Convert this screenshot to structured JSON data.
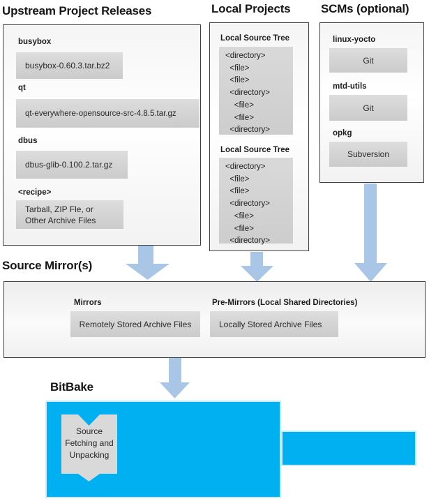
{
  "upstream": {
    "title": "Upstream Project Releases",
    "items": [
      {
        "label": "busybox",
        "value": "busybox-0.60.3.tar.bz2"
      },
      {
        "label": "qt",
        "value": "qt-everywhere-opensource-src-4.8.5.tar.gz"
      },
      {
        "label": "dbus",
        "value": "dbus-glib-0.100.2.tar.gz"
      },
      {
        "label": "<recipe>",
        "value": "Tarball, ZIP Fle, or\nOther Archive Files"
      }
    ]
  },
  "local_projects": {
    "title": "Local Projects",
    "boxes": [
      {
        "label": "Local Source Tree",
        "tree": "<directory>\n  <file>\n  <file>\n  <directory>\n    <file>\n    <file>\n  <directory>"
      },
      {
        "label": "Local Source Tree",
        "tree": "<directory>\n  <file>\n  <file>\n  <directory>\n    <file>\n    <file>\n  <directory>"
      }
    ]
  },
  "scms": {
    "title": "SCMs (optional)",
    "items": [
      {
        "label": "linux-yocto",
        "value": "Git"
      },
      {
        "label": "mtd-utils",
        "value": "Git"
      },
      {
        "label": "opkg",
        "value": "Subversion"
      }
    ]
  },
  "source_mirrors": {
    "title": "Source Mirror(s)",
    "mirrors_label": "Mirrors",
    "mirrors_value": "Remotely Stored Archive Files",
    "premirrors_label": "Pre-Mirrors (Local Shared Directories)",
    "premirrors_value": "Locally Stored Archive Files"
  },
  "bitbake": {
    "title": "BitBake",
    "process": "Source\nFetching and\nUnpacking"
  },
  "colors": {
    "bitbake_blue": "#00b0f0",
    "arrow_blue": "#a9c6e6",
    "box_gray": "#d6d6d6"
  }
}
